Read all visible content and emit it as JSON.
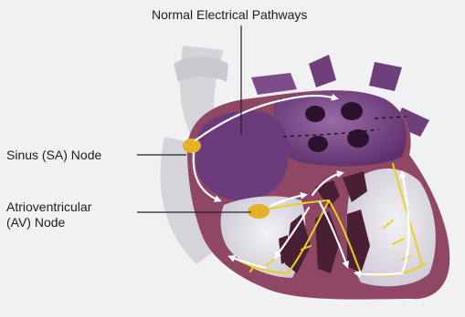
{
  "title": "Normal Electrical Pathways",
  "labels": {
    "sa_node": "Sinus (SA) Node",
    "av_node_line1": "Atrioventricular",
    "av_node_line2": "(AV) Node"
  },
  "colors": {
    "background": "#f1f0f2",
    "vessel_gray": "#d5d4d8",
    "heart_wall": "#7a3552",
    "heart_outer": "#8f4763",
    "atrium_purple": "#6b3a7a",
    "chamber_inner": "#e6e4ea",
    "node_yellow": "#e3b12a",
    "conduction_yellow": "#e8d21f",
    "pathway_white": "#ffffff",
    "leader_line": "#222222"
  }
}
